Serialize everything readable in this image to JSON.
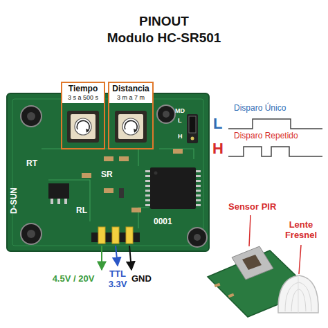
{
  "diagram": {
    "title": "PINOUT",
    "nodes": [
      {
        "text": [
          "Tiempo",
          "3 s a 500 s"
        ]
      },
      {
        "text": [
          "Distancia",
          "3 m a 7 m"
        ]
      }
    ],
    "labels": [
      "Modulo HC-SR501",
      "MD",
      "L",
      "H",
      "Disparo Único",
      "L",
      "Disparo Repetido",
      "H",
      "RT",
      "SR",
      "RL",
      "D-SUN",
      "0001",
      "Sensor PIR",
      "Lente Fresnel",
      "4.5V / 20V",
      "TTL 3.3V",
      "GND"
    ]
  }
}
